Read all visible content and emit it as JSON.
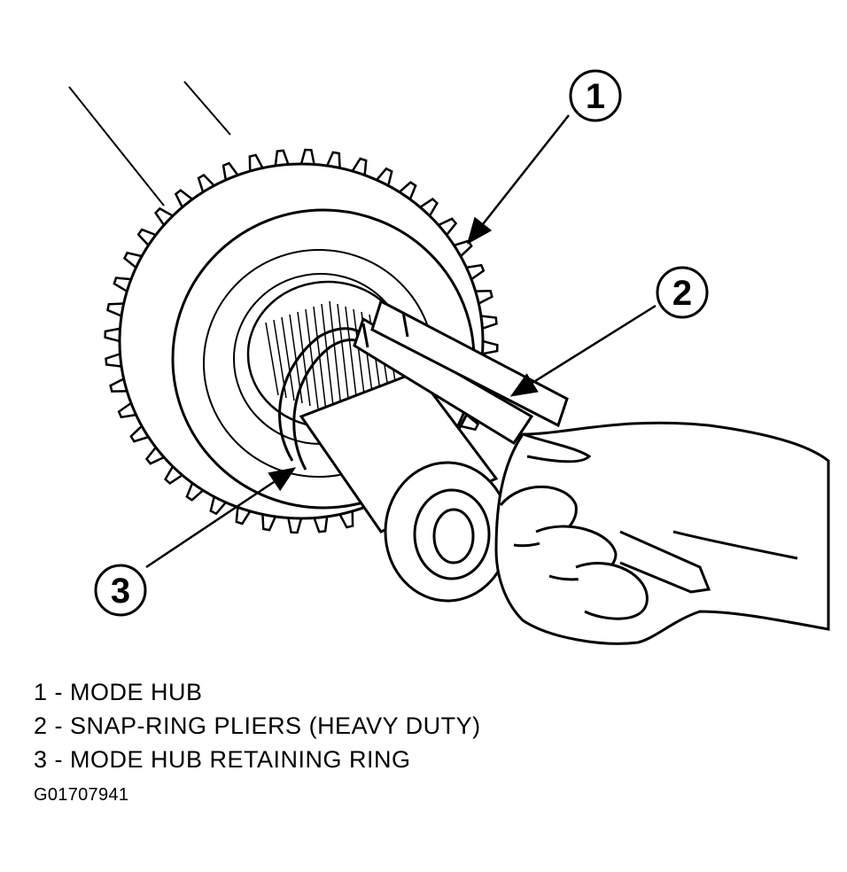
{
  "callouts": [
    {
      "number": "1"
    },
    {
      "number": "2"
    },
    {
      "number": "3"
    }
  ],
  "legend": [
    {
      "text": "1 - MODE HUB"
    },
    {
      "text": "2 - SNAP-RING PLIERS (HEAVY DUTY)"
    },
    {
      "text": "3 - MODE HUB RETAINING RING"
    }
  ],
  "figure_id": "G01707941"
}
